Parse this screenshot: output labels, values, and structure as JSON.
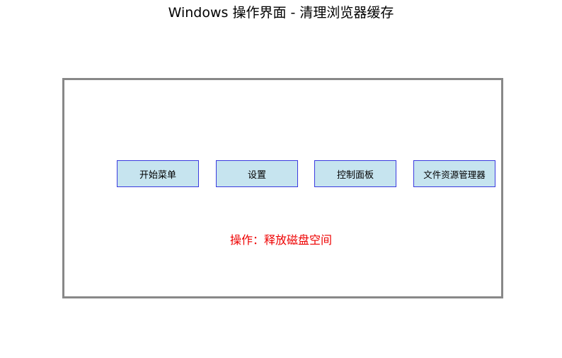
{
  "header": {
    "title": "Windows 操作界面 - 清理浏览器缓存"
  },
  "buttons": {
    "start_menu": "开始菜单",
    "settings": "设置",
    "control_panel": "控制面板",
    "file_explorer": "文件资源管理器"
  },
  "status": {
    "action": "操作：释放磁盘空间"
  },
  "colors": {
    "frame_border": "#888888",
    "button_fill": "#c6e4ef",
    "button_border": "#3a3adf",
    "action_text": "#ee0000"
  }
}
